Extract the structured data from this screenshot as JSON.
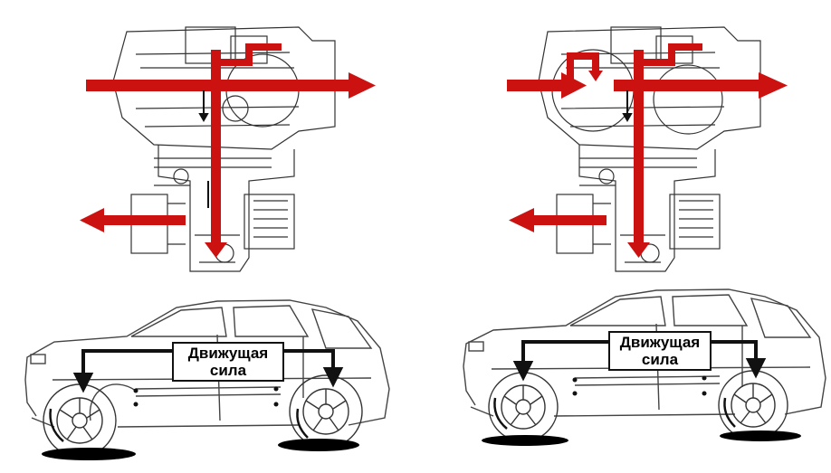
{
  "diagrams": [
    {
      "id": "left",
      "force_label": "Движущая сила"
    },
    {
      "id": "right",
      "force_label": "Движущая сила"
    }
  ],
  "colors": {
    "power_flow": "#cc1111",
    "force_arrow": "#111111",
    "line_art": "#333333"
  }
}
